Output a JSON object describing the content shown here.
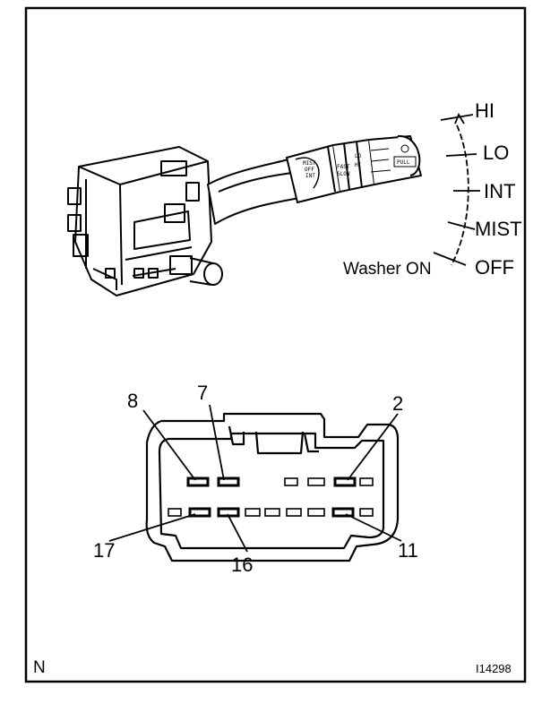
{
  "switch_positions": [
    "HI",
    "LO",
    "INT",
    "MIST",
    "OFF"
  ],
  "washer_label": "Washer ON",
  "lever_markings": [
    "MIST",
    "OFF",
    "INT",
    "LO",
    "HI",
    "FAST",
    "SLOW",
    "PULL"
  ],
  "connector_pins": {
    "top_left_a": "8",
    "top_left_b": "7",
    "top_right": "2",
    "bottom_left_a": "17",
    "bottom_left_b": "16",
    "bottom_right": "11"
  },
  "corner_label": "N",
  "figure_code": "I14298",
  "colors": {
    "ink": "#000000",
    "paper": "#ffffff"
  }
}
